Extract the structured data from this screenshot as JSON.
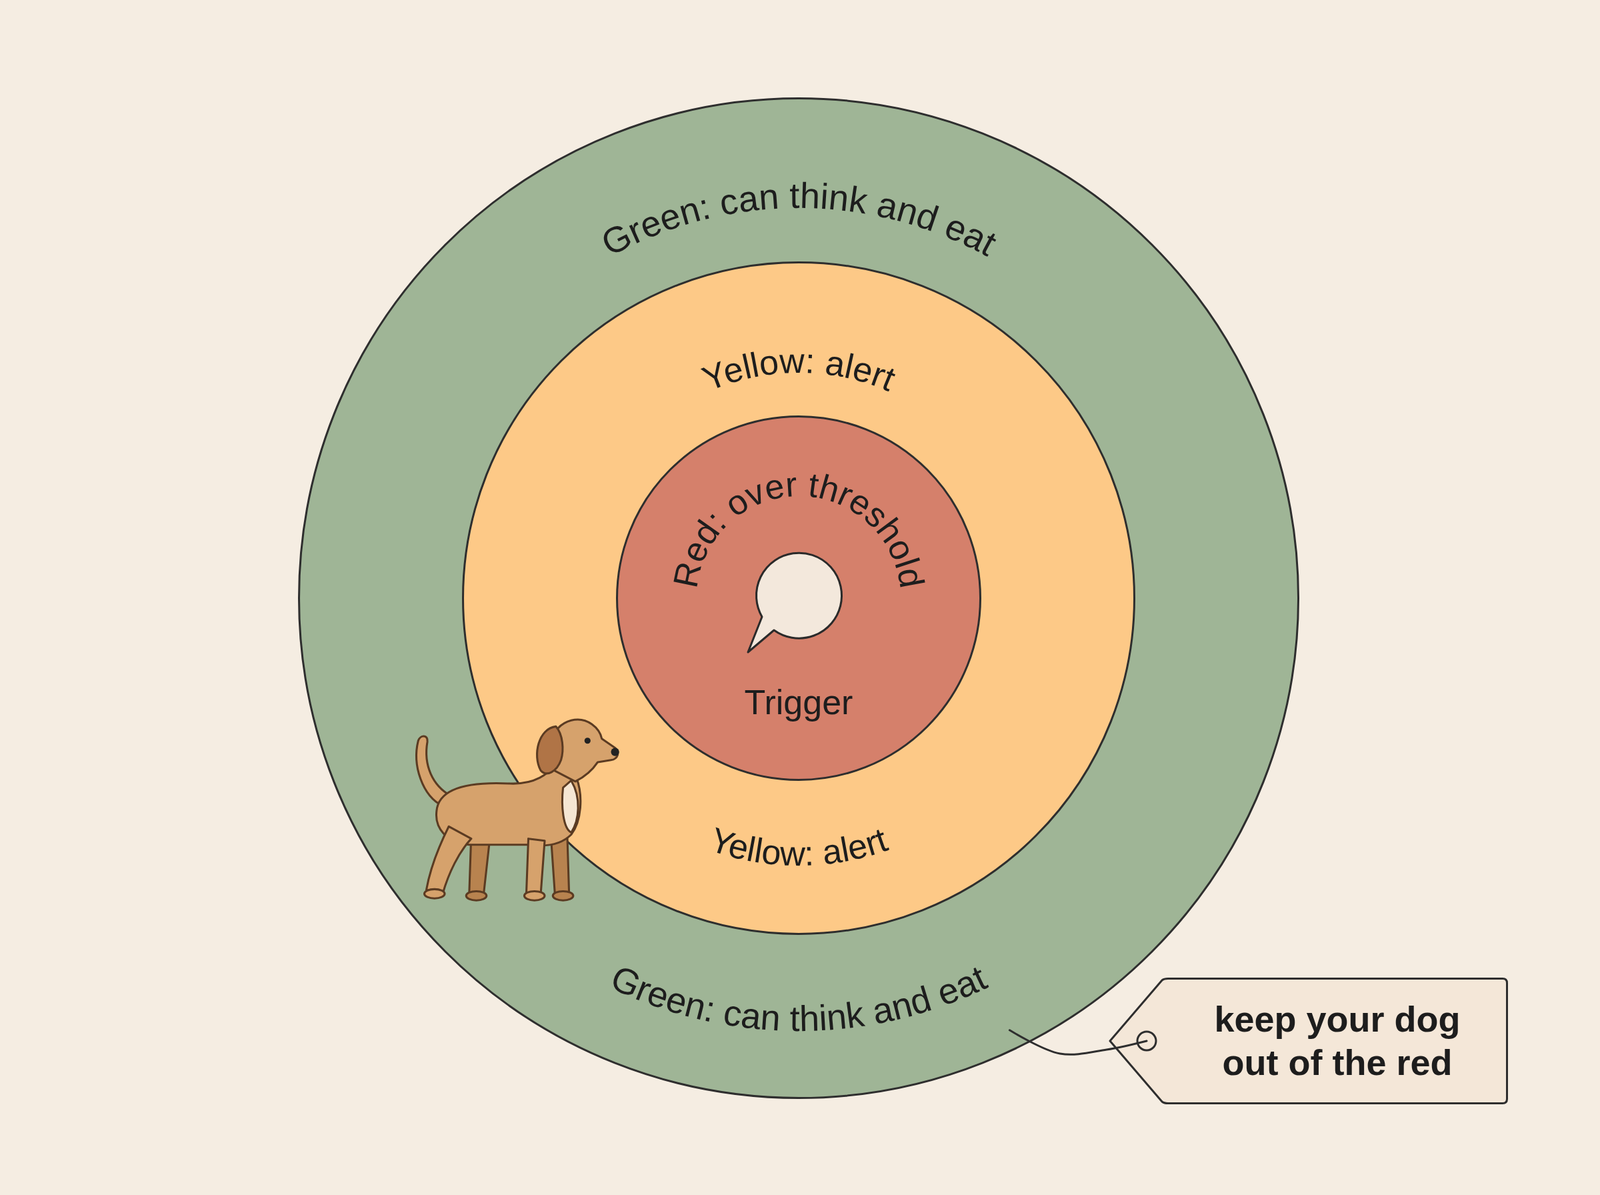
{
  "diagram": {
    "nodes": [
      {
        "text": [
          "Green: can think and eat",
          "Green: can think and eat"
        ]
      },
      {
        "text": [
          "Yellow: alert",
          "Yellow: alert"
        ],
        "in": 0
      },
      {
        "text": [
          "Red: over threshold",
          "Trigger"
        ],
        "in": 1
      },
      {
        "text": [
          "keep your dog out of the red"
        ]
      }
    ],
    "edges": [
      {
        "from": 3,
        "to": 0,
        "arrow": "none"
      }
    ]
  }
}
